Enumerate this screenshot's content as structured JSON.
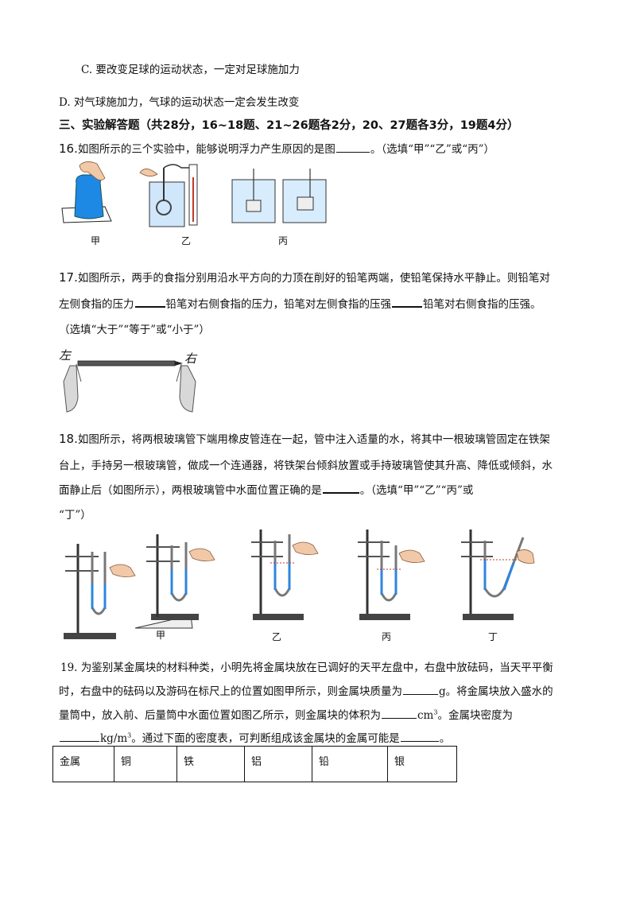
{
  "options": {
    "c": "C.  要改变足球的运动状态，一定对足球施加力",
    "d": "D. 对气球施加力，气球的运动状态一定会发生改变"
  },
  "section": {
    "heading": "三、实验解答题（共28分，16~18题、21~26题各2分，20、27题各3分，19题4分）"
  },
  "q16": {
    "num": "16.",
    "text_a": "如图所示的三个实验中，能够说明浮力产生原因的是图",
    "text_b": "。（选填“甲”“乙”或“丙”）",
    "captions": [
      "甲",
      "乙",
      "丙"
    ]
  },
  "q17": {
    "num": "17.",
    "line1": "如图所示，两手的食指分别用沿水平方向的力顶在削好的铅笔两端，使铅笔保持水平静止。则铅笔对",
    "line2_a": "左侧食指的压力",
    "line2_b": "铅笔对右侧食指的压力，铅笔对左侧食指的压强",
    "line2_c": "铅笔对右侧食指的压强。",
    "line3": "（选填“大于”“等于”或“小于”）",
    "label_left": "左",
    "label_right": "右"
  },
  "q18": {
    "num": "18.",
    "line1": "如图所示，将两根玻璃管下端用橡皮管连在一起，管中注入适量的水，将其中一根玻璃管固定在铁架",
    "line2": "台上，手持另一根玻璃管，做成一个连通器，将铁架台倾斜放置或手持玻璃管使其升高、降低或倾斜，水",
    "line3_a": "面静止后（如图所示），两根玻璃管中水面位置正确的是",
    "line3_b": "。（选填“甲”“乙”“丙”或",
    "line4": "“丁”）",
    "captions": [
      "甲",
      "乙",
      "丙",
      "丁"
    ]
  },
  "q19": {
    "num": "19.",
    "line1": "为鉴别某金属块的材料种类，小明先将金属块放在已调好的天平左盘中，右盘中放砝码，当天平平衡",
    "line2_a": "时，右盘中的砝码以及游码在标尺上的位置如图甲所示，则金属块质量为",
    "line2_b": "g。将金属块放入盛水的",
    "line3_a": "量筒中，放入前、后量筒中水面位置如图乙所示，则金属块的体积为",
    "line3_unit": "cm",
    "line3_sup": "3",
    "line3_b": "。金属块密度为",
    "line4_unit": "kg/m",
    "line4_sup": "3",
    "line4_b": "。通过下面的密度表，可判断组成该金属块的金属可能是",
    "line4_end": "。",
    "table_header": [
      "金属",
      "铜",
      "铁",
      "铝",
      "铅",
      "银"
    ]
  }
}
